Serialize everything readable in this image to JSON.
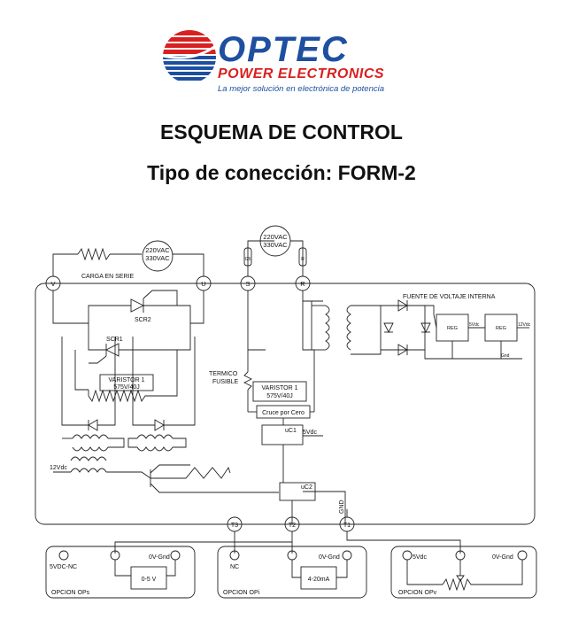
{
  "logo": {
    "brand": "OPTEC",
    "subtitle": "POWER ELECTRONICS",
    "tagline": "La mejor solución en electrónica de potencia",
    "colors": {
      "blue": "#1e4fa0",
      "red": "#d92020"
    }
  },
  "title": "ESQUEMA DE CONTROL",
  "subtitle": "Tipo de conección: FORM-2",
  "diagram": {
    "source_left": "220VAC\n330VAC",
    "source_right": "220VAC\n330VAC",
    "fuse_left": "G5",
    "fuse_right": "R",
    "terminals": {
      "v": "V",
      "u": "U",
      "s": "S",
      "r": "R",
      "t1": "T1",
      "t2": "T2",
      "t3": "T3"
    },
    "load_label": "CARGA EN SERIE",
    "scr1": "SCR1",
    "scr2": "SCR2",
    "varistor_left": {
      "name": "VARISTOR 1",
      "spec": "575V/40J"
    },
    "varistor_right": {
      "name": "VARISTOR 1",
      "spec": "575V/40J"
    },
    "termico": "TERMICO",
    "fusible": "FUSIBLE",
    "cruce": "Cruce por Cero",
    "uc1": "uC1",
    "uc1_supply": "5Vdc",
    "uc2": "uC2",
    "v12": "12Vdc",
    "gnd": "GND",
    "psu_title": "FUENTE DE VOLTAJE INTERNA",
    "reg1": "REG",
    "reg2": "REG",
    "reg1_out": "5Vdc",
    "reg2_out": "12Vdc",
    "psu_gnd": "Gnd"
  },
  "options": {
    "ops": {
      "left": "5VDC-NC",
      "right": "0V-Gnd",
      "box": "0-5 V",
      "name": "OPCION OPs"
    },
    "opi": {
      "left": "NC",
      "right": "0V-Gnd",
      "box": "4-20mA",
      "name": "OPCION OPi"
    },
    "opv": {
      "left": "5Vdc",
      "right": "0V-Gnd",
      "name": "OPCION OPv"
    }
  }
}
